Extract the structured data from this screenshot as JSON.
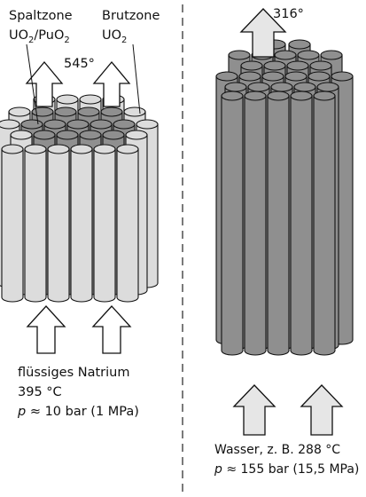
{
  "left_core": {
    "fissile_zone": {
      "name": "Spaltzone",
      "fuel_prefix": "UO",
      "fuel_sub": "2",
      "fuel_mid": "/PuO",
      "fuel_sub2": "2"
    },
    "breeding_zone": {
      "name": "Brutzone",
      "fuel_prefix": "UO",
      "fuel_sub": "2"
    },
    "outlet_temperature": "545°",
    "coolant": {
      "name": "flüssiges Natrium",
      "inlet_temperature": "395 °C",
      "pressure_symbol": "p",
      "pressure_value": " ≈ 10 bar (1 MPa)"
    },
    "colors": {
      "rod_light": "#dcdcdc",
      "rod_dark": "#8f8f8f",
      "arrow_up": "#ffffff",
      "arrow_in": "#ffffff"
    }
  },
  "right_core": {
    "outlet_temperature": "316°",
    "coolant": {
      "name": "Wasser, z. B. 288 °C",
      "pressure_symbol": "p",
      "pressure_value": " ≈ 155 bar (15,5 MPa)"
    },
    "colors": {
      "rod": "#8f8f8f",
      "arrow_up": "#e6e6e6",
      "arrow_in": "#e6e6e6"
    }
  }
}
